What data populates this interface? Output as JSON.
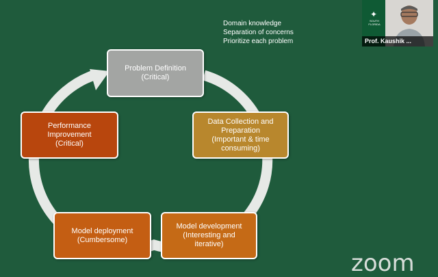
{
  "notes": [
    "Domain knowledge",
    "Separation of concerns",
    "Prioritize each problem"
  ],
  "cycle": {
    "problem_definition": {
      "line1": "Problem Definition",
      "line2": "(Critical)"
    },
    "data_collection": {
      "line1": "Data Collection and",
      "line2": "Preparation",
      "line3": "(Important & time",
      "line4": "consuming)"
    },
    "model_development": {
      "line1": "Model development",
      "line2": "(Interesting and",
      "line3": "iterative)"
    },
    "model_deployment": {
      "line1": "Model deployment",
      "line2": "(Cumbersome)"
    },
    "performance_improvement": {
      "line1": "Performance",
      "line2": "Improvement",
      "line3": "(Critical)"
    }
  },
  "video": {
    "participant_name": "Prof. Kaushik ...",
    "logo_text": "SOUTH FLORIDA"
  },
  "branding": {
    "zoom_logo": "zoom"
  },
  "colors": {
    "background": "#1f5b3c",
    "problem_definition": "#a3a5a3",
    "data_collection": "#b8872d",
    "model_development": "#c56a16",
    "model_deployment": "#c45e13",
    "performance_improvement": "#b8460d"
  }
}
